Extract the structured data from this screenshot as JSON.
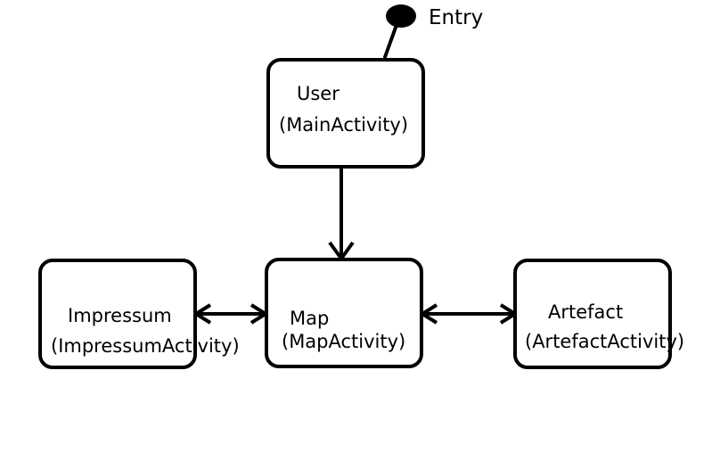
{
  "colors": {
    "stroke": "#000000",
    "background": "#ffffff"
  },
  "entry": {
    "label": "Entry",
    "shape": "filled-ellipse"
  },
  "nodes": {
    "user": {
      "name": "User",
      "activity": "(MainActivity)"
    },
    "map": {
      "name": "Map",
      "activity": "(MapActivity)"
    },
    "impressum": {
      "name": "Impressum",
      "activity": "(ImpressumActivity)"
    },
    "artefact": {
      "name": "Artefact",
      "activity": "(ArtefactActivity)"
    }
  },
  "edges": [
    {
      "from": "entry",
      "to": "user",
      "direction": "none"
    },
    {
      "from": "user",
      "to": "map",
      "direction": "forward"
    },
    {
      "from": "map",
      "to": "impressum",
      "direction": "both"
    },
    {
      "from": "map",
      "to": "artefact",
      "direction": "both"
    }
  ]
}
